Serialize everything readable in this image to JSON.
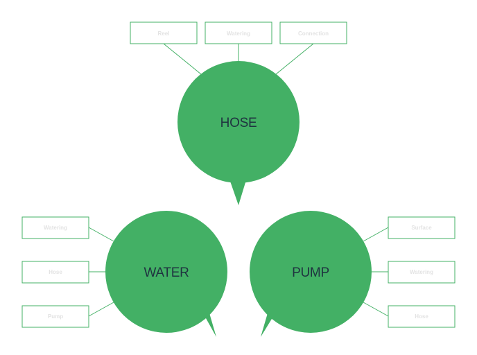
{
  "colors": {
    "bubble_fill": "#43b065",
    "connector_stroke": "#43b065",
    "box_stroke": "#43b065",
    "box_fill": "#ffffff",
    "bubble_text": "#1f3340",
    "tag_text": "#e3e3e3"
  },
  "hubs": [
    {
      "id": "hose",
      "label": "HOSE",
      "tags": [
        "Reel",
        "Watering",
        "Connection"
      ]
    },
    {
      "id": "water",
      "label": "WATER",
      "tags": [
        "Watering",
        "Hose",
        "Pump"
      ]
    },
    {
      "id": "pump",
      "label": "PUMP",
      "tags": [
        "Surface",
        "Watering",
        "Hose"
      ]
    }
  ]
}
